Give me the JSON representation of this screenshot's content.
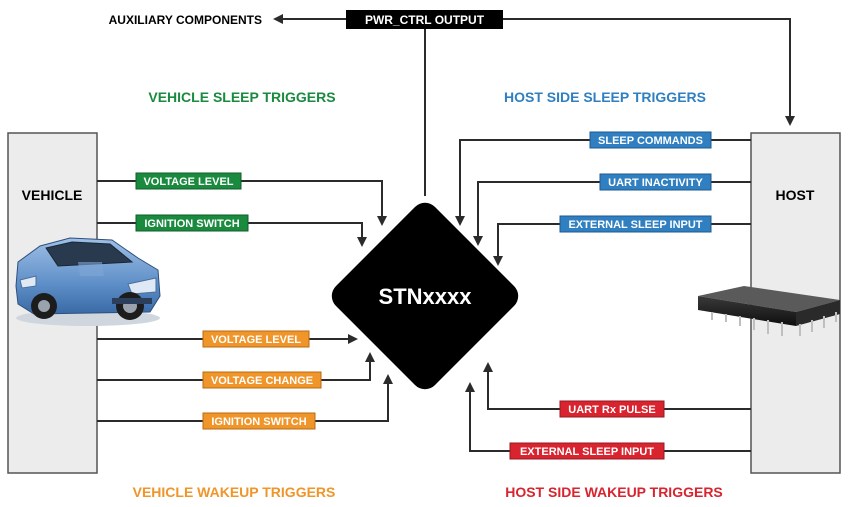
{
  "colors": {
    "green": "#1a8a3f",
    "blue": "#2f7fc1",
    "orange": "#f0952a",
    "red": "#d9232e",
    "black": "#000000",
    "panel": "#ececec"
  },
  "output": {
    "tag": "PWR_CTRL OUTPUT",
    "aux_label": "AUXILIARY COMPONENTS"
  },
  "headings": {
    "vehicle_sleep": "VEHICLE SLEEP TRIGGERS",
    "host_sleep": "HOST SIDE SLEEP TRIGGERS",
    "vehicle_wakeup": "VEHICLE WAKEUP TRIGGERS",
    "host_wakeup": "HOST SIDE WAKEUP TRIGGERS"
  },
  "panels": {
    "vehicle": "VEHICLE",
    "host": "HOST"
  },
  "chip": {
    "label": "STNxxxx"
  },
  "vehicle_sleep_triggers": [
    "VOLTAGE LEVEL",
    "IGNITION SWITCH"
  ],
  "host_sleep_triggers": [
    "SLEEP COMMANDS",
    "UART INACTIVITY",
    "EXTERNAL SLEEP INPUT"
  ],
  "vehicle_wakeup_triggers": [
    "VOLTAGE LEVEL",
    "VOLTAGE CHANGE",
    "IGNITION SWITCH"
  ],
  "host_wakeup_triggers": [
    "UART Rx PULSE",
    "EXTERNAL SLEEP INPUT"
  ],
  "icons": {
    "vehicle_image": "car-icon",
    "host_image": "microchip-icon"
  }
}
